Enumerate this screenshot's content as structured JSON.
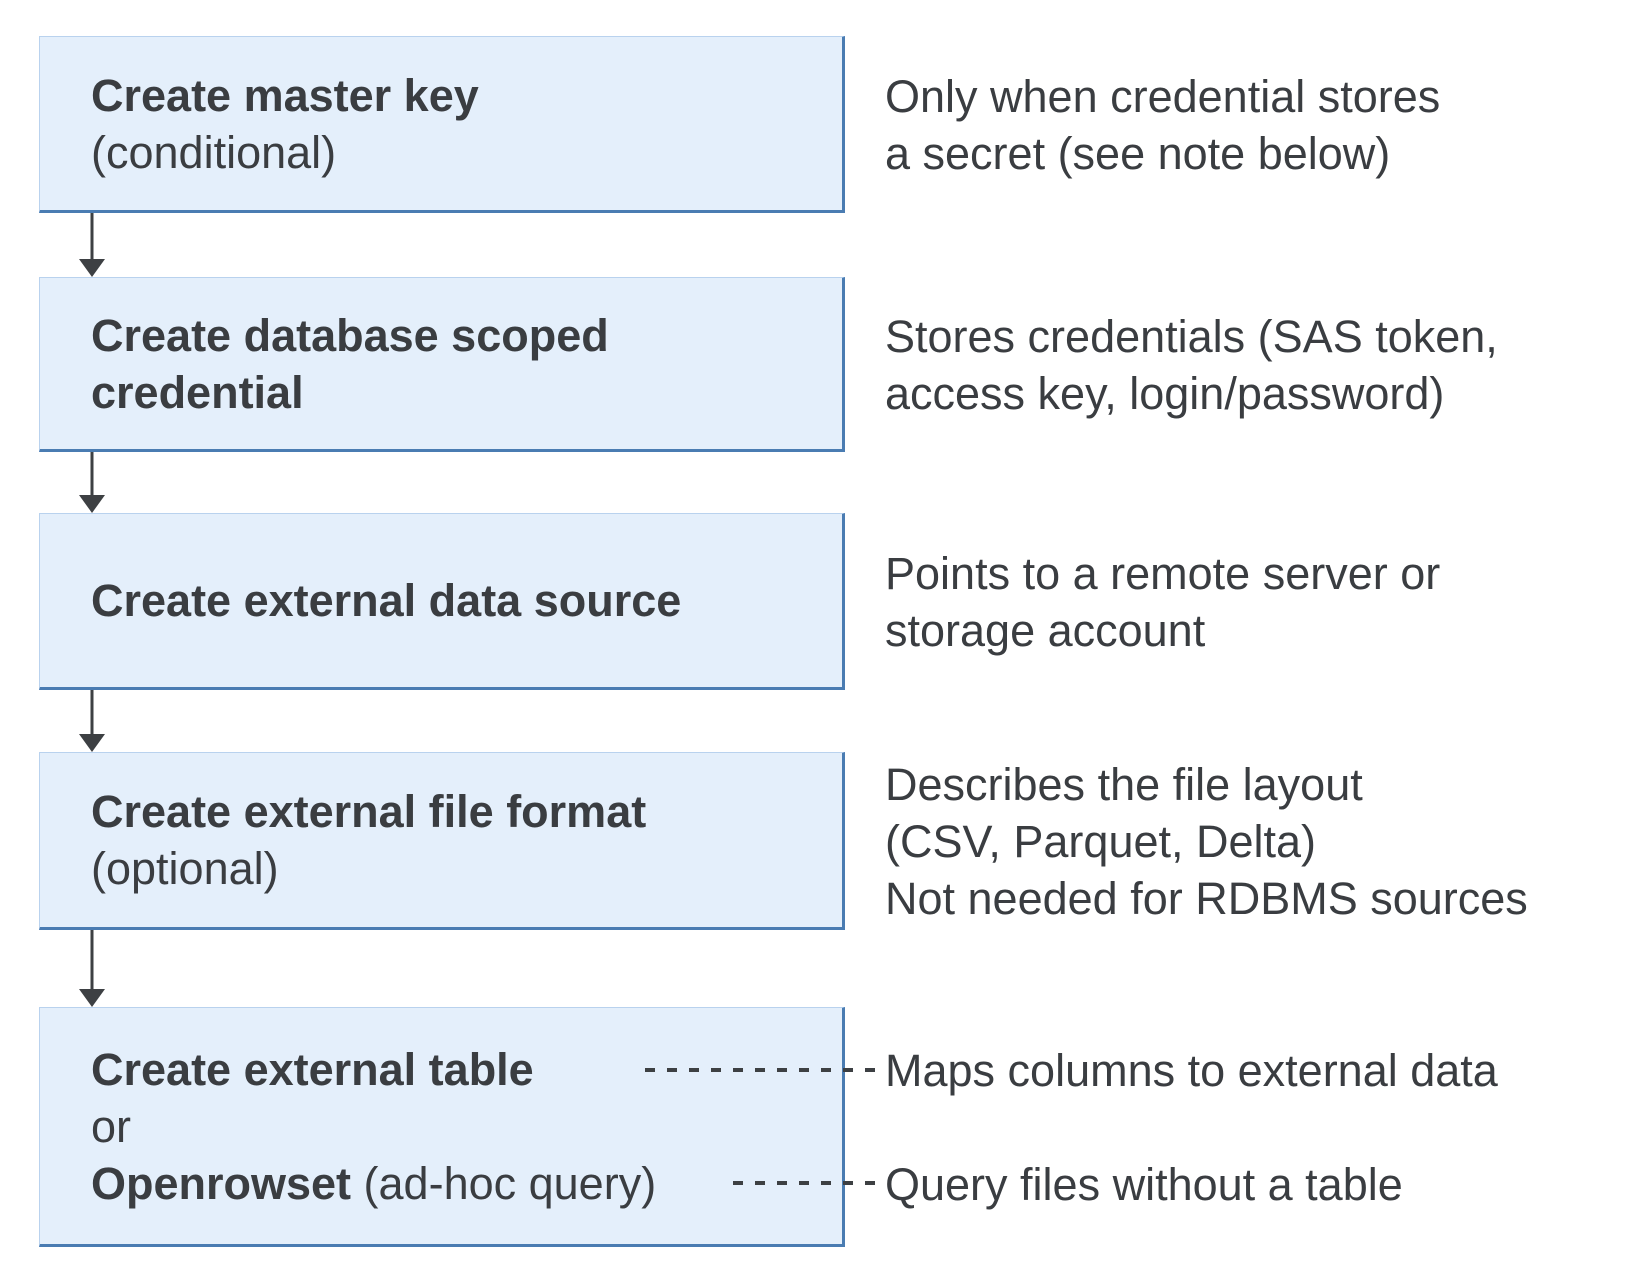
{
  "diagram": {
    "colors": {
      "background": "#ffffff",
      "box_fill": "#e4effb",
      "box_border_light": "#b9d2ee",
      "box_border_dark": "#4a7cb2",
      "arrow": "#3d4043",
      "text": "#3a3d41"
    },
    "steps": [
      {
        "name": "create-master-key",
        "title_lines": [
          [
            {
              "text": "Create master key",
              "bold": true
            }
          ],
          [
            {
              "text": "(conditional)",
              "bold": false
            }
          ]
        ],
        "description_lines": [
          "Only when credential stores",
          "a secret (see note below)"
        ]
      },
      {
        "name": "create-database-scoped-credential",
        "title_lines": [
          [
            {
              "text": "Create database scoped",
              "bold": true
            }
          ],
          [
            {
              "text": "credential",
              "bold": true
            }
          ]
        ],
        "description_lines": [
          "Stores credentials (SAS token,",
          "access key, login/password)"
        ]
      },
      {
        "name": "create-external-data-source",
        "title_lines": [
          [
            {
              "text": "Create external data source",
              "bold": true
            }
          ]
        ],
        "description_lines": [
          "Points to a remote server or",
          "storage account"
        ]
      },
      {
        "name": "create-external-file-format",
        "title_lines": [
          [
            {
              "text": "Create external file format",
              "bold": true
            }
          ],
          [
            {
              "text": "(optional)",
              "bold": false
            }
          ]
        ],
        "description_lines": [
          "Describes the file layout",
          "(CSV, Parquet, Delta)",
          "Not needed for RDBMS sources"
        ]
      },
      {
        "name": "create-external-table-or-openrowset",
        "title_lines": [
          [
            {
              "text": "Create external table",
              "bold": true
            }
          ],
          [
            {
              "text": "or",
              "bold": false
            }
          ],
          [
            {
              "text": "Openrowset",
              "bold": true
            },
            {
              "text": " (ad-hoc query)",
              "bold": false
            }
          ]
        ],
        "annotations": [
          {
            "text": "Maps columns to external data"
          },
          {
            "text": "Query files without a table"
          }
        ]
      }
    ]
  }
}
